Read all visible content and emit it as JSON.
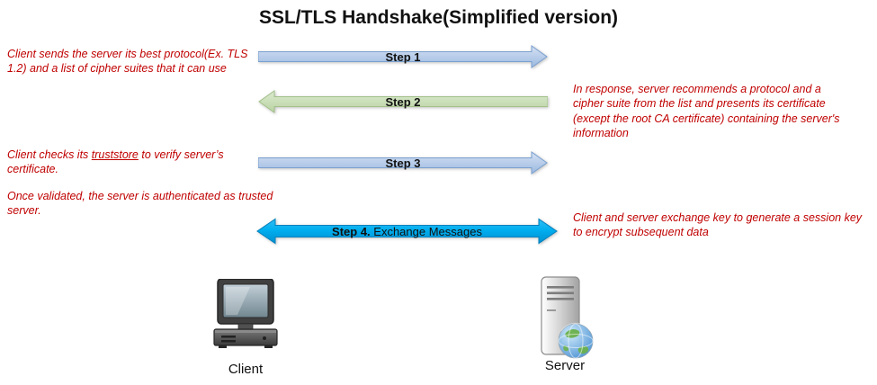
{
  "title": "SSL/TLS Handshake(Simplified version)",
  "steps": [
    {
      "label": "Step 1",
      "direction": "right",
      "color": "blue"
    },
    {
      "label": "Step 2",
      "direction": "left",
      "color": "green"
    },
    {
      "label": "Step 3",
      "direction": "right",
      "color": "blue"
    },
    {
      "label_bold": "Step 4.",
      "label_rest": " Exchange Messages",
      "direction": "both",
      "color": "cyan"
    }
  ],
  "notes": {
    "left1": "Client sends the server its best protocol(Ex. TLS 1.2) and a list of cipher suites that it can use",
    "left2_pre": "Client checks its ",
    "left2_underline": "truststore",
    "left2_post": "  to verify server’s certificate.",
    "left3": "Once validated, the server is authenticated as trusted server.",
    "right1": "In response, server recommends a protocol and a cipher suite from the list and presents its certificate (except the root CA certificate) containing the server's information",
    "right2": "Client and server exchange key to generate a session key to encrypt subsequent data"
  },
  "client": {
    "label": "Client",
    "icon": "desktop-computer-icon"
  },
  "server": {
    "label": "Server",
    "icon": "server-tower-globe-icon"
  },
  "colors": {
    "note_red": "#C00000",
    "arrow_blue_fill": "#b8cfe9",
    "arrow_blue_border": "#7aa0cf",
    "arrow_green_fill": "#c8ddb4",
    "arrow_green_border": "#a3c08a",
    "arrow_cyan_fill": "#00aeef",
    "arrow_cyan_border": "#0081bd",
    "title_color": "#111111"
  }
}
